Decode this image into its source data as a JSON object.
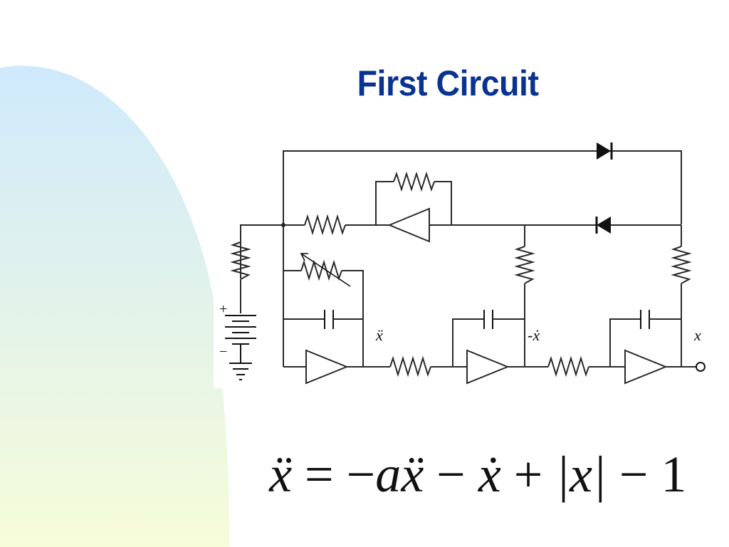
{
  "slide": {
    "title": "First Circuit",
    "background_gradient": [
      "#cfeafc",
      "#f7fcd9"
    ],
    "title_color": "#0a3391"
  },
  "circuit": {
    "labels": {
      "x_ddot": "ẍ",
      "neg_x_dot": "-ẋ",
      "x": "x",
      "plus": "+",
      "minus": "−"
    },
    "components": [
      "diode",
      "diode",
      "resistor",
      "resistor",
      "variable-resistor",
      "resistor",
      "resistor",
      "resistor",
      "resistor",
      "resistor",
      "capacitor",
      "capacitor",
      "capacitor",
      "op-amp",
      "op-amp",
      "op-amp",
      "op-amp",
      "battery",
      "ground",
      "output-terminal"
    ]
  },
  "equation": {
    "lhs": "ẍ",
    "eq": " = ",
    "neg": "−",
    "a": "a",
    "x_ddot": "ẍ",
    "minus1": " − ",
    "x_dot": "ẋ",
    "plus": " + ",
    "abs_x": "|x|",
    "minus2": " − ",
    "one": "1"
  }
}
